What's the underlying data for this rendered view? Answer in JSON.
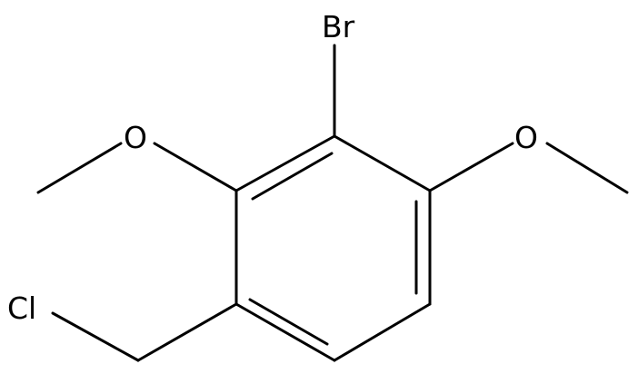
{
  "molecule": {
    "atoms": {
      "bromine": "Br",
      "methoxy_left_oxygen": "O",
      "methoxy_right_oxygen": "O",
      "chlorine": "Cl"
    }
  },
  "colors": {
    "bond": "#000000",
    "label": "#000000",
    "background": "#ffffff"
  }
}
